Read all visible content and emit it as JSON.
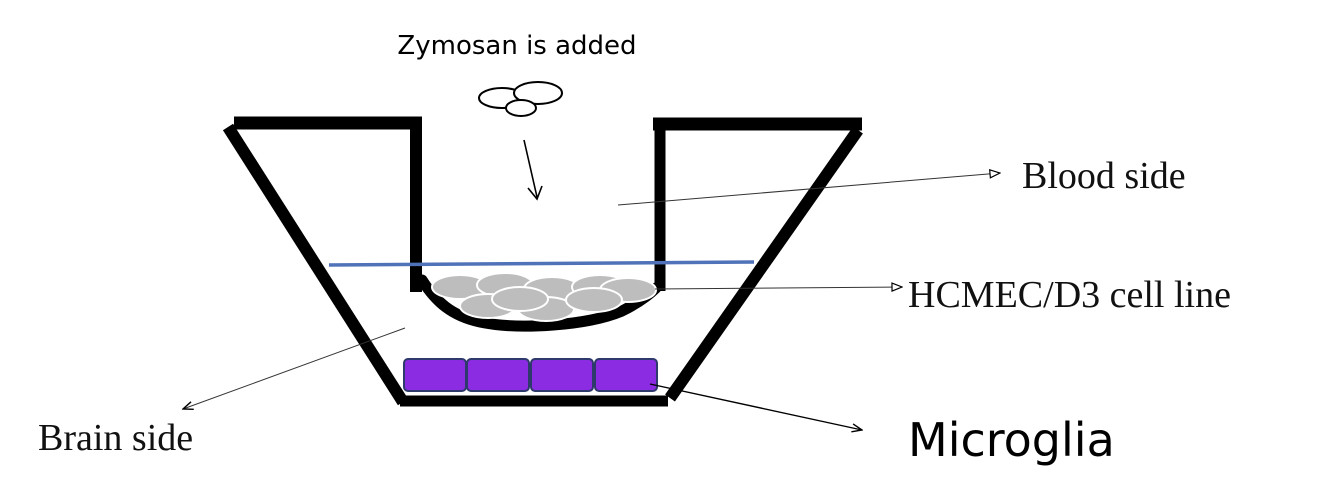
{
  "labels": {
    "zymosan": "Zymosan is added",
    "blood_side": "Blood side",
    "cell_line": "HCMEC/D3 cell line",
    "brain_side": "Brain side",
    "microglia": "Microglia"
  },
  "colors": {
    "outline": "#000000",
    "membrane": "#4f72b8",
    "endothelial_cell_fill": "#bdbdbd",
    "microglia_fill": "#8b2be2",
    "microglia_stroke": "#2e3a6b"
  }
}
